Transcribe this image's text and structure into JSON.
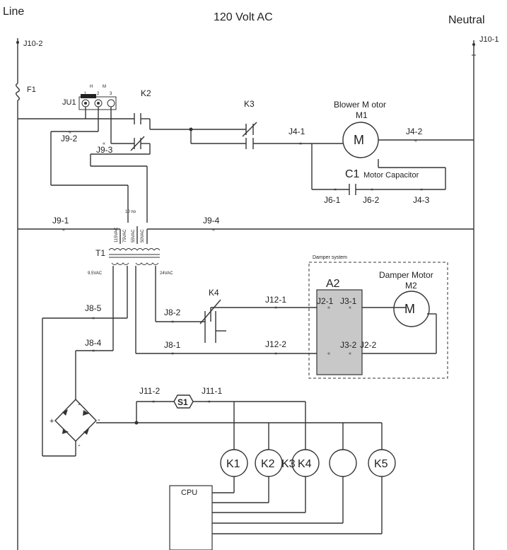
{
  "header": {
    "line": "Line",
    "voltage": "120 Volt AC",
    "neutral": "Neutral"
  },
  "terminals": {
    "j10_2": "J10-2",
    "j10_1": "J10-1",
    "f1": "F1",
    "ju1": "JU1",
    "ju1_pins": [
      "1",
      "2",
      "3"
    ],
    "ju1_hm": [
      "H",
      "M"
    ],
    "j9_2": "J9-2",
    "j9_3": "J9-3",
    "j9_1": "J9-1",
    "j9_4": "J9-4",
    "j4_1": "J4-1",
    "j4_2": "J4-2",
    "j4_3": "J4-3",
    "j6_1": "J6-1",
    "j6_2": "J6-2",
    "j8_5": "J8-5",
    "j8_4": "J8-4",
    "j8_2": "J8-2",
    "j8_1": "J8-1",
    "j12_1": "J12-1",
    "j12_2": "J12-2",
    "j11_2": "J11-2",
    "j11_1": "J11-1"
  },
  "components": {
    "k2": "K2",
    "k3": "K3",
    "k4": "K4",
    "blower_title": "Blower M otor",
    "blower_id": "M1",
    "blower_symbol": "M",
    "c1": "C1",
    "c1_desc": "Motor Capacitor",
    "t1": "T1",
    "t1_taps": [
      "115VAC",
      "75VAC",
      "55VAC",
      "50VAC"
    ],
    "t1_tap_top": "10 no",
    "t1_sec_left": "9.5VAC",
    "t1_sec_right": "24VAC",
    "damper_system": "Damper system",
    "a2": "A2",
    "j2_1": "J2-1",
    "j3_1": "J3-1",
    "j3_2": "J3-2",
    "j2_2": "J2-2",
    "damper_title": "Damper Motor",
    "damper_id": "M2",
    "damper_symbol": "M",
    "s1": "S1",
    "coils": [
      "K1",
      "K2",
      "K3",
      "K4",
      "",
      "K5"
    ],
    "cpu": "CPU",
    "bridge_signs": [
      "+",
      "-",
      "-",
      "-"
    ]
  }
}
